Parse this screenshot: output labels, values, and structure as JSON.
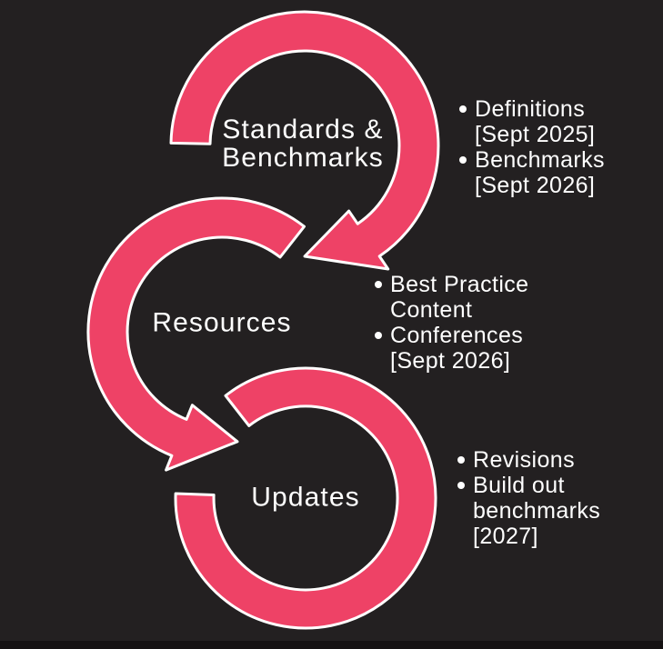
{
  "diagram": {
    "type": "cycle-flow",
    "background_color": "#232021",
    "arrow_color": "#EE4266",
    "arrow_outline_color": "#FFFFFF",
    "text_color": "#FFFFFF",
    "steps": [
      {
        "title": "Standards & Benchmarks",
        "title_lines": [
          "Standards &",
          "Benchmarks"
        ],
        "bullets": [
          {
            "text": "Definitions [Sept 2025]",
            "lines": [
              "Definitions",
              "[Sept 2025]"
            ]
          },
          {
            "text": "Benchmarks [Sept 2026]",
            "lines": [
              "Benchmarks",
              "[Sept 2026]"
            ]
          }
        ]
      },
      {
        "title": "Resources",
        "title_lines": [
          "Resources"
        ],
        "bullets": [
          {
            "text": "Best Practice Content",
            "lines": [
              "Best Practice",
              "Content"
            ]
          },
          {
            "text": "Conferences [Sept 2026]",
            "lines": [
              "Conferences",
              "[Sept 2026]"
            ]
          }
        ]
      },
      {
        "title": "Updates",
        "title_lines": [
          "Updates"
        ],
        "bullets": [
          {
            "text": "Revisions",
            "lines": [
              "Revisions"
            ]
          },
          {
            "text": "Build out benchmarks [2027]",
            "lines": [
              "Build out",
              "benchmarks",
              "[2027]"
            ]
          }
        ]
      }
    ]
  }
}
